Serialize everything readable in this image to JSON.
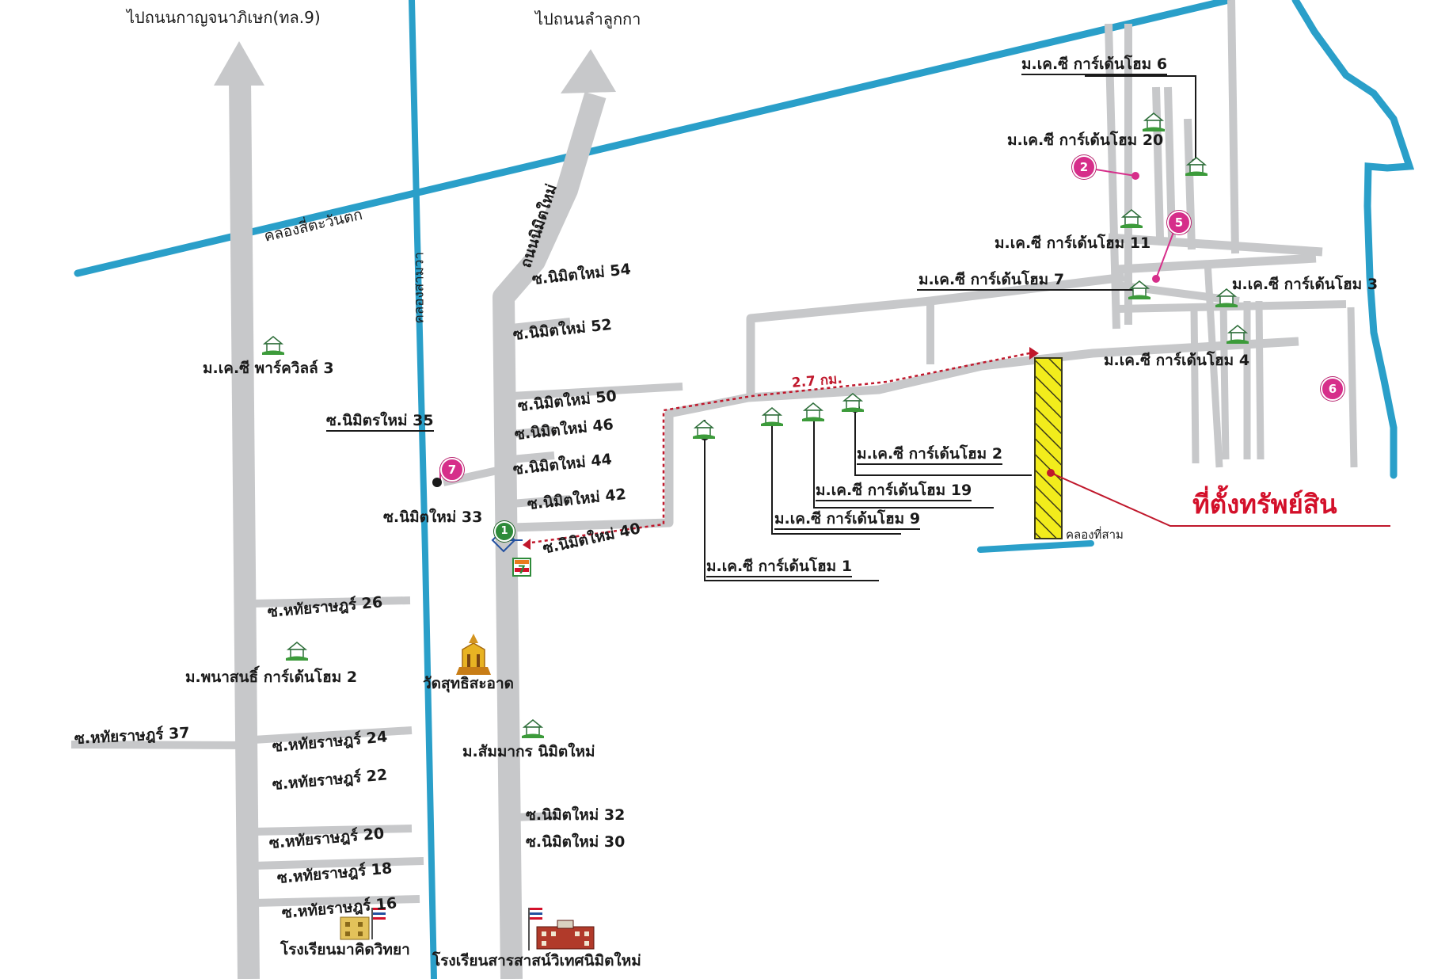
{
  "roads": {
    "to_kanchanaphisek": "ไปถนนกาญจนาภิเษก(ทล.9)",
    "to_lam_luk_ka": "ไปถนนลำลูกกา",
    "nimit_mai_road": "ถนนนิมิตใหม่"
  },
  "canals": {
    "khlong_si_west": "คลองสี่ตะวันตก",
    "khlong_sam_wa": "คลองสามวา",
    "khlong_thi_sam": "คลองที่สาม"
  },
  "distance": "2.7 กม.",
  "target": "ที่ตั้งทรัพย์สิน",
  "sois": {
    "nm54": "ซ.นิมิตใหม่ 54",
    "nm52": "ซ.นิมิตใหม่ 52",
    "nm50": "ซ.นิมิตใหม่ 50",
    "nm46": "ซ.นิมิตใหม่ 46",
    "nm44": "ซ.นิมิตใหม่ 44",
    "nm42": "ซ.นิมิตใหม่ 42",
    "nm40": "ซ.นิมิตใหม่ 40",
    "nm35": "ซ.นิมิตรใหม่ 35",
    "nm33": "ซ.นิมิตใหม่ 33",
    "nm32": "ซ.นิมิตใหม่ 32",
    "nm30": "ซ.นิมิตใหม่ 30",
    "ht26": "ซ.หทัยราษฎร์ 26",
    "ht37": "ซ.หทัยราษฎร์ 37",
    "ht24": "ซ.หทัยราษฎร์ 24",
    "ht22": "ซ.หทัยราษฎร์ 22",
    "ht20": "ซ.หทัยราษฎร์ 20",
    "ht18": "ซ.หทัยราษฎร์ 18",
    "ht16": "ซ.หทัยราษฎร์ 16"
  },
  "places": {
    "kc_parkville3": "ม.เค.ซี พาร์ควิลล์ 3",
    "panasan_gh2": "ม.พนาสนธิ์ การ์เด้นโฮม 2",
    "wat": "วัดสุทธิสะอาด",
    "sammakorn": "ม.สัมมากร นิมิตใหม่",
    "school_makut": "โรงเรียนมาคิดวิทยา",
    "school_sarasas": "โรงเรียนสารสาสน์วิเทศนิมิตใหม่",
    "kc_gh6": "ม.เค.ซี การ์เด้นโฮม 6",
    "kc_gh20": "ม.เค.ซี การ์เด้นโฮม 20",
    "kc_gh11": "ม.เค.ซี การ์เด้นโฮม 11",
    "kc_gh7": "ม.เค.ซี การ์เด้นโฮม 7",
    "kc_gh3": "ม.เค.ซี การ์เด้นโฮม 3",
    "kc_gh4": "ม.เค.ซี การ์เด้นโฮม 4",
    "kc_gh2": "ม.เค.ซี การ์เด้นโฮม 2",
    "kc_gh19": "ม.เค.ซี การ์เด้นโฮม 19",
    "kc_gh9": "ม.เค.ซี การ์เด้นโฮม 9",
    "kc_gh1": "ม.เค.ซี การ์เด้นโฮม 1"
  },
  "markers": {
    "m1": "1",
    "m2": "2",
    "m5": "5",
    "m6": "6",
    "m7": "7"
  },
  "store_logo": "7",
  "colors": {
    "road": "#c7c8ca",
    "canal": "#2a9fc9",
    "marker_pink": "#d62e8a",
    "marker_green": "#2e8b3a",
    "target_fill": "#f2ec1c",
    "target_label": "#d3102a",
    "route_dotted": "#c0182c"
  }
}
